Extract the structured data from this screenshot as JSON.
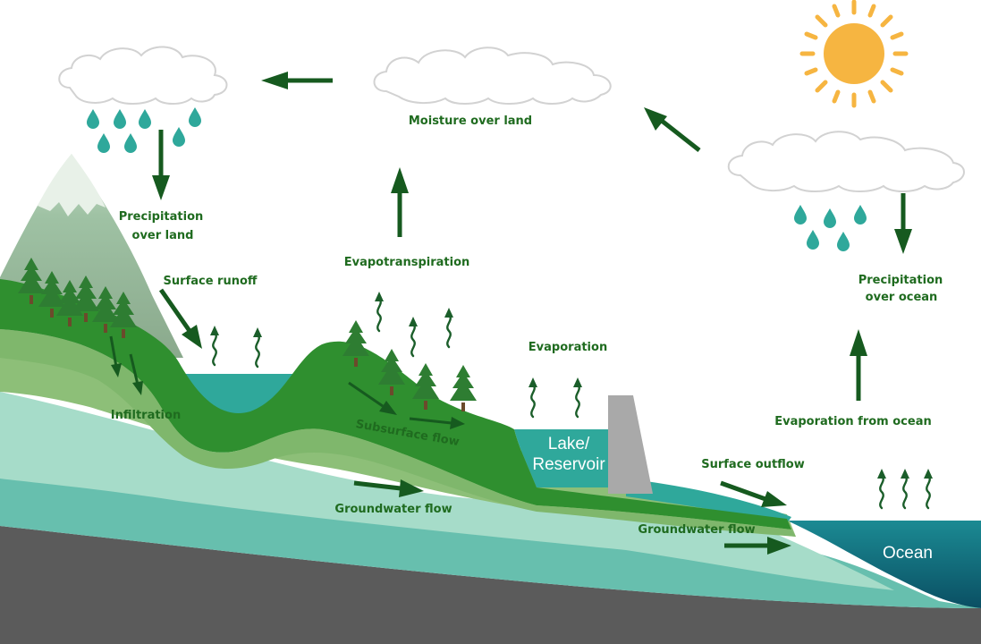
{
  "diagram": {
    "labels": {
      "precip_land_1": "Precipitation",
      "precip_land_2": "over land",
      "moisture_land": "Moisture over land",
      "surface_runoff": "Surface runoff",
      "evapotranspiration": "Evapotranspiration",
      "evaporation": "Evaporation",
      "precip_ocean_1": "Precipitation",
      "precip_ocean_2": "over ocean",
      "evap_ocean": "Evaporation from ocean",
      "infiltration": "Infiltration",
      "subsurface_flow": "Subsurface flow",
      "lake_1": "Lake/",
      "lake_2": "Reservoir",
      "surface_outflow": "Surface outflow",
      "groundwater_flow_1": "Groundwater flow",
      "groundwater_flow_2": "Groundwater flow",
      "ocean": "Ocean"
    },
    "colors": {
      "label_green": "#1f6b1f",
      "arrow_green": "#165a1f",
      "water_teal": "#2fa89b",
      "sun": "#f6b541",
      "ocean": "#0f6a75",
      "bedrock": "#5b5b5b"
    },
    "icons": [
      "sun-icon",
      "cloud-icon",
      "raindrop-icon",
      "tree-icon",
      "dam-icon",
      "vapor-arrow-icon"
    ]
  }
}
